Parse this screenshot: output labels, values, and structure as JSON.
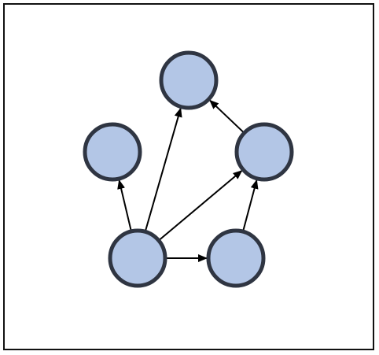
{
  "diagram": {
    "type": "directed-graph",
    "colors": {
      "node_fill": "#b3c6e6",
      "node_stroke": "#2f3542",
      "edge": "#000000",
      "frame": "#111111"
    },
    "nodes": [
      {
        "id": "top"
      },
      {
        "id": "left"
      },
      {
        "id": "right"
      },
      {
        "id": "bottom-left"
      },
      {
        "id": "bottom-right"
      }
    ],
    "edges": [
      {
        "from": "bottom-left",
        "to": "left"
      },
      {
        "from": "bottom-left",
        "to": "top"
      },
      {
        "from": "bottom-left",
        "to": "right"
      },
      {
        "from": "bottom-left",
        "to": "bottom-right"
      },
      {
        "from": "bottom-right",
        "to": "right"
      },
      {
        "from": "right",
        "to": "top"
      }
    ]
  }
}
